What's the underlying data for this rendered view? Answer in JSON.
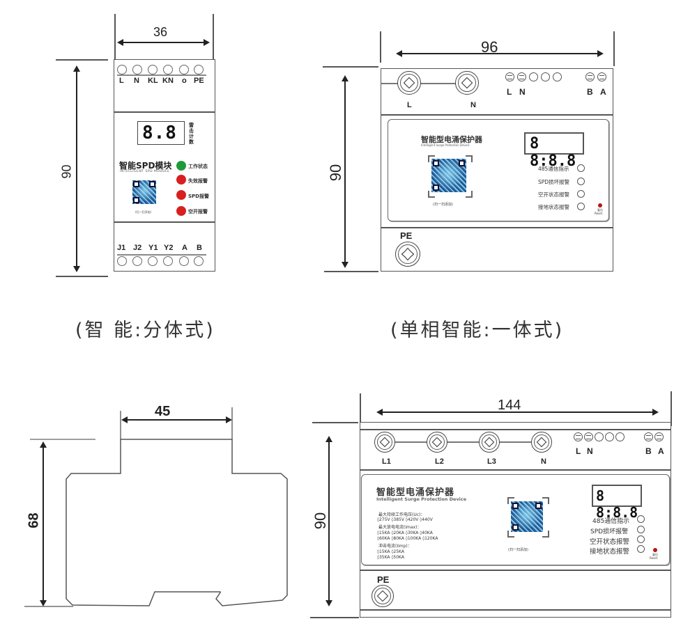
{
  "module_split": {
    "width_dim": "36",
    "height_dim": "90",
    "top_terminals": [
      "L",
      "N",
      "KL",
      "KN",
      "o",
      "PE"
    ],
    "bottom_terminals": [
      "J1",
      "J2",
      "Y1",
      "Y2",
      "A",
      "B"
    ],
    "display": "8.8",
    "display_side_label": [
      "雷",
      "击",
      "计",
      "数"
    ],
    "title_cn": "智能SPD模块",
    "title_en": "INTELLIGENT SPD MODULE",
    "qr_caption": "(扫一扫添加)",
    "indicators": [
      {
        "label": "工作状态",
        "color": "#1e9a3a"
      },
      {
        "label": "失效报警",
        "color": "#d82020"
      },
      {
        "label": "SPD报警",
        "color": "#d82020"
      },
      {
        "label": "空开报警",
        "color": "#d82020"
      }
    ],
    "caption": "(智 能:分体式)"
  },
  "module_single": {
    "width_dim": "96",
    "height_dim": "90",
    "main_terminals": [
      "L",
      "N"
    ],
    "aux_terminals": [
      "L",
      "N"
    ],
    "comm_terminals": [
      "B",
      "A"
    ],
    "title_cn": "智能型电涌保护器",
    "title_en": "Intelligent Surge Protection Device",
    "display": "8 8:8.8",
    "qr_caption": "(扫一扫添加)",
    "indicators": [
      "485通信指示",
      "SPD损坏报警",
      "空开状态报警",
      "接地状态报警"
    ],
    "reset_label_cn": "复位",
    "reset_label_en": "Reset",
    "reset_color": "#b01818",
    "pe_label": "PE",
    "caption": "(单相智能:一体式)"
  },
  "side_view": {
    "width_dim": "45",
    "height_dim": "68"
  },
  "module_three": {
    "width_dim": "144",
    "height_dim": "90",
    "main_terminals": [
      "L1",
      "L2",
      "L3",
      "N"
    ],
    "aux_terminals": [
      "L",
      "N"
    ],
    "comm_terminals": [
      "B",
      "A"
    ],
    "title_cn": "智能型电涌保护器",
    "title_en": "Intelligent Surge Protection Device",
    "spec_lines": [
      "最大持续工作电压(Uc)：",
      "◊275V  ◊385V  ◊420V  ◊440V",
      "最大放电电流(Imax)：",
      "◊15KA  ◊20KA  ◊30KA  ◊40KA",
      "◊60KA  ◊80KA  ◊100KA  ◊120KA",
      "冲击电流(Iimp)：",
      "◊15KA  ◊25KA",
      "◊35KA  ◊50KA"
    ],
    "display": "8 8:8.8",
    "qr_caption": "(扫一扫添加)",
    "indicators": [
      "485通信指示",
      "SPD损坏报警",
      "空开状态报警",
      "接地状态报警"
    ],
    "reset_label_cn": "复位",
    "reset_label_en": "Reset",
    "reset_color": "#b01818",
    "pe_label": "PE"
  }
}
